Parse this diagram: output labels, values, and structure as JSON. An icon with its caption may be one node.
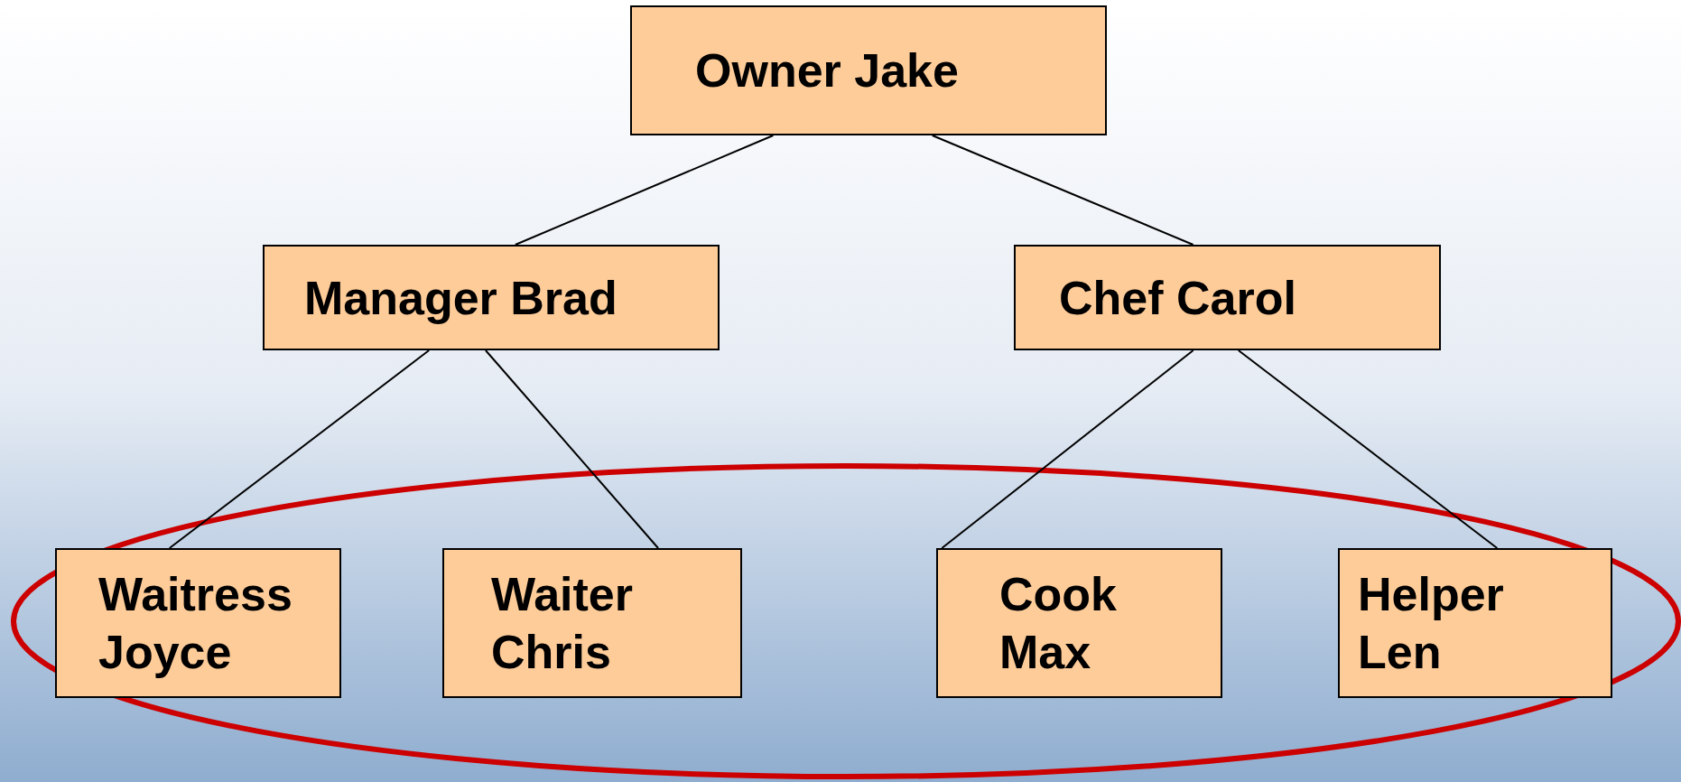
{
  "diagram": {
    "nodes": [
      {
        "text": [
          "Owner Jake"
        ]
      },
      {
        "text": [
          "Manager Brad"
        ]
      },
      {
        "text": [
          "Chef Carol"
        ]
      },
      {
        "text": [
          "Waitress Joyce"
        ]
      },
      {
        "text": [
          "Waiter Chris"
        ]
      },
      {
        "text": [
          "Cook Max"
        ]
      },
      {
        "text": [
          "Helper Len"
        ]
      }
    ],
    "edges": [
      {
        "from": 0,
        "to": 1,
        "arrow": "none"
      },
      {
        "from": 0,
        "to": 2,
        "arrow": "none"
      },
      {
        "from": 1,
        "to": 3,
        "arrow": "none"
      },
      {
        "from": 1,
        "to": 4,
        "arrow": "none"
      },
      {
        "from": 2,
        "to": 5,
        "arrow": "none"
      },
      {
        "from": 2,
        "to": 6,
        "arrow": "none"
      }
    ]
  }
}
